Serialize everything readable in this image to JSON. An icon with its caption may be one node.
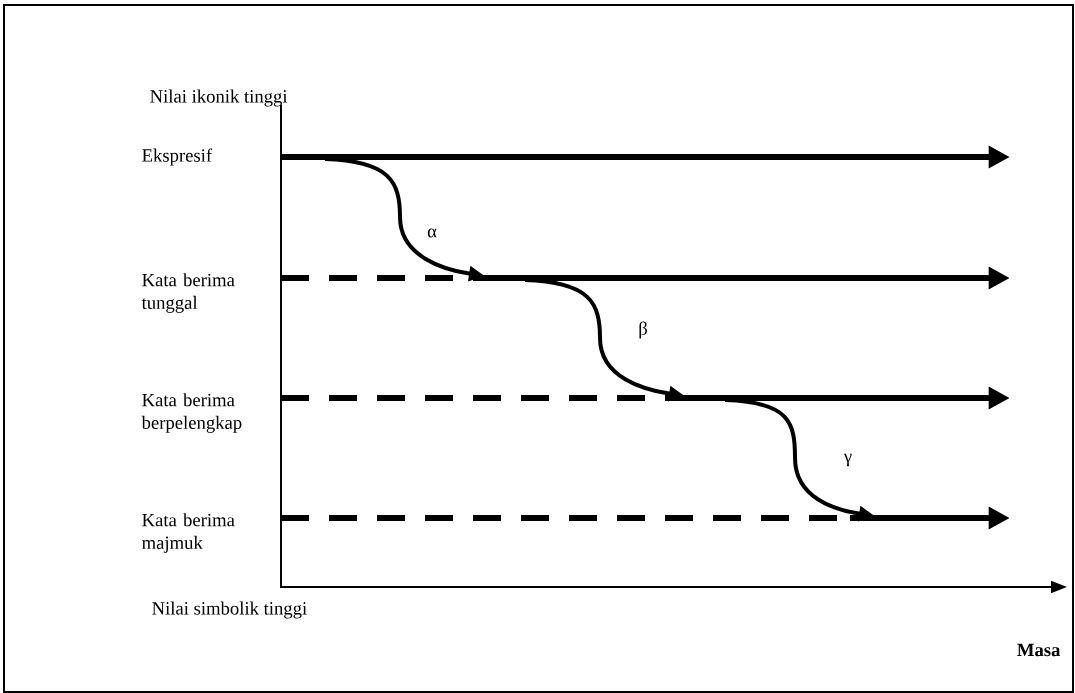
{
  "diagram": {
    "labels": [
      "Nilai ikonik tinggi",
      "Ekspresif",
      "α",
      "Kata berima tunggal",
      "β",
      "Kata berima berpelengkap",
      "γ",
      "Kata berima majmuk",
      "Nilai simbolik tinggi",
      "**Masa**"
    ]
  }
}
